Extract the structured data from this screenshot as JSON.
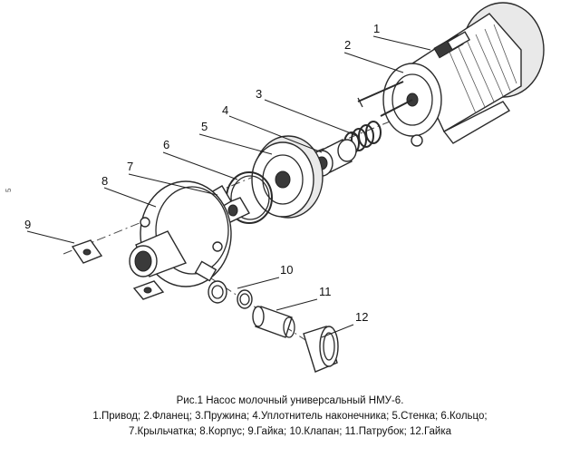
{
  "figure": {
    "title": "Рис.1 Насос молочный универсальный НМУ-6.",
    "legend_line1": "1.Привод; 2.Фланец; 3.Пружина; 4.Уплотнитель наконечника; 5.Стенка; 6.Кольцо;",
    "legend_line2": "7.Крыльчатка; 8.Корпус; 9.Гайка; 10.Клапан; 11.Патрубок; 12.Гайка",
    "side_mark": "5"
  },
  "callouts": [
    "1",
    "2",
    "3",
    "4",
    "5",
    "6",
    "7",
    "8",
    "9",
    "10",
    "11",
    "12"
  ]
}
